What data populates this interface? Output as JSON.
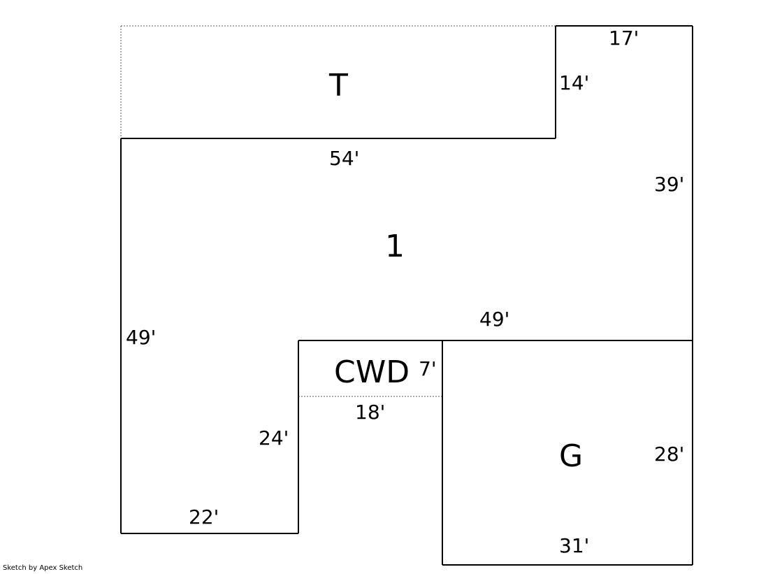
{
  "colors": {
    "line": "#000000",
    "dotted_line": "#555555",
    "background": "#ffffff"
  },
  "areas": {
    "T": "T",
    "main": "1",
    "CWD": "CWD",
    "G": "G"
  },
  "dimensions": {
    "top_17": "17'",
    "right_14": "14'",
    "mid_54": "54'",
    "right_39": "39'",
    "mid_49": "49'",
    "left_49": "49'",
    "cwd_7": "7'",
    "cwd_18": "18'",
    "step_24": "24'",
    "garage_28": "28'",
    "bottom_22": "22'",
    "bottom_31": "31'"
  },
  "footer": {
    "credit": "Sketch by Apex Sketch"
  }
}
